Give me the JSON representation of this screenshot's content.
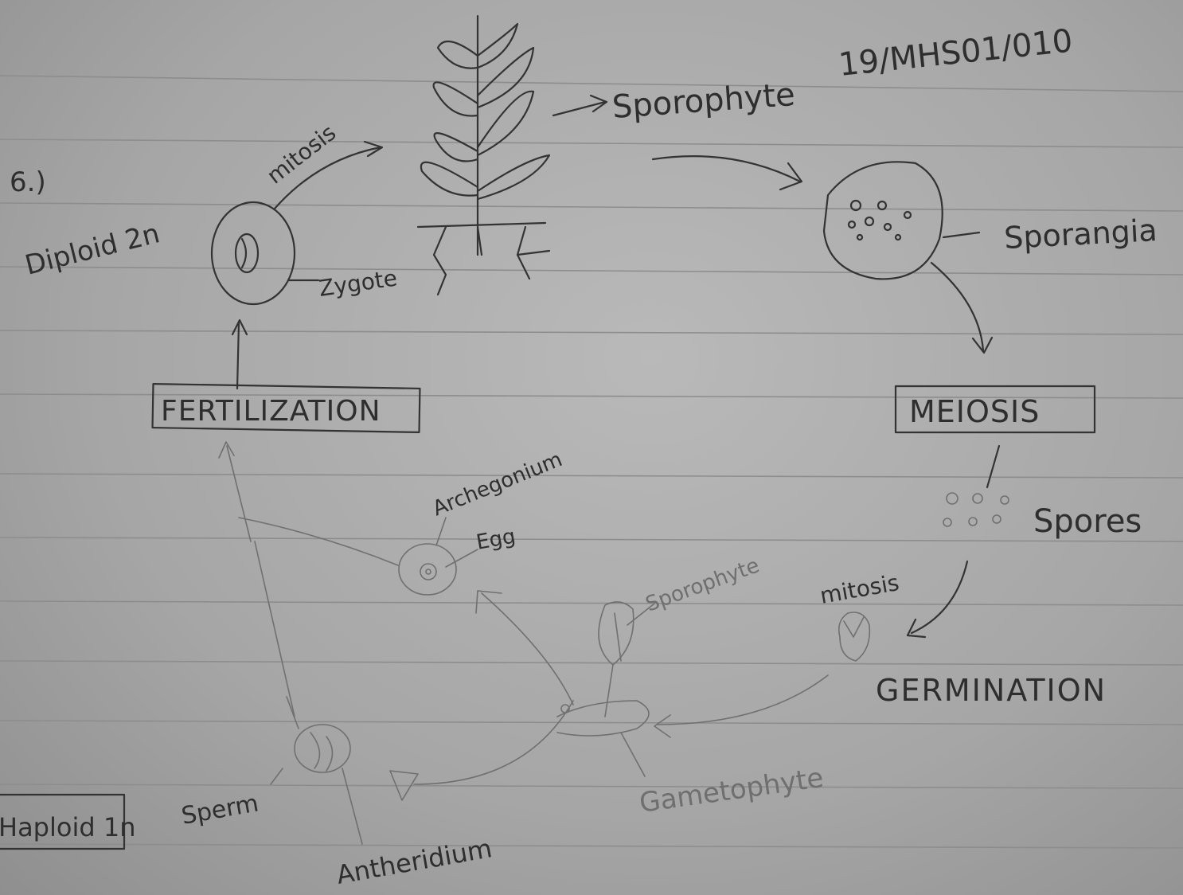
{
  "header": {
    "question_number": "6.)",
    "student_id": "19/MHS01/010"
  },
  "labels": {
    "diploid": "Diploid 2n",
    "haploid": "Haploid 1n",
    "mitosis_top": "mitosis",
    "zygote": "Zygote",
    "sporophyte_top": "Sporophyte",
    "sporangia": "Sporangia",
    "fertilization": "FERTILIZATION",
    "meiosis": "MEIOSIS",
    "spores": "Spores",
    "archegonium": "Archegonium",
    "egg": "Egg",
    "sporophyte_bottom": "Sporophyte",
    "mitosis_bottom": "mitosis",
    "germination": "GERMINATION",
    "sperm": "Sperm",
    "antheridium": "Antheridium",
    "gametophyte": "Gametophyte"
  },
  "colors": {
    "ink": "#2e2e2e",
    "pencil": "#6f6f6f",
    "paper": "#b3b3b3",
    "rule": "#8d8d8d"
  }
}
